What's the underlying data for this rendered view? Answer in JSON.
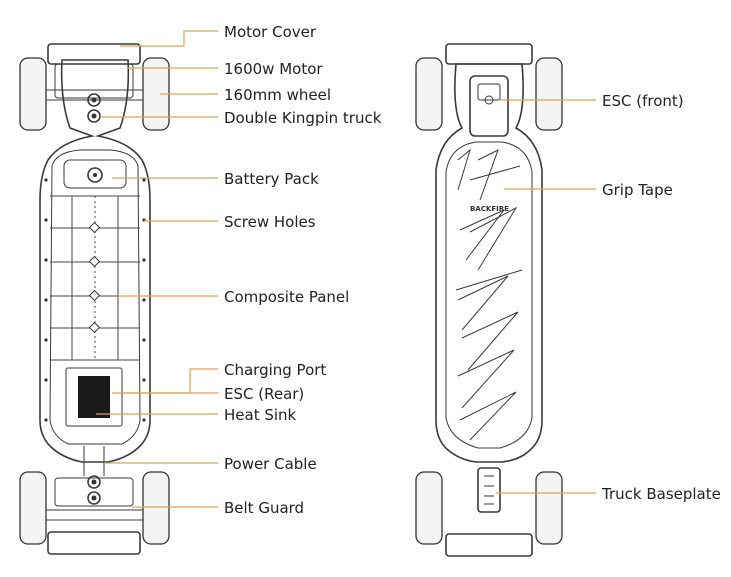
{
  "left_board": {
    "callouts": [
      {
        "id": "motor-cover",
        "label": "Motor Cover"
      },
      {
        "id": "motor",
        "label": "1600w Motor"
      },
      {
        "id": "wheel",
        "label": "160mm wheel"
      },
      {
        "id": "truck",
        "label": "Double Kingpin truck"
      },
      {
        "id": "battery",
        "label": "Battery Pack"
      },
      {
        "id": "screw-holes",
        "label": "Screw Holes"
      },
      {
        "id": "composite",
        "label": "Composite Panel"
      },
      {
        "id": "charging",
        "label": "Charging Port"
      },
      {
        "id": "esc-rear",
        "label": "ESC (Rear)"
      },
      {
        "id": "heat-sink",
        "label": "Heat Sink"
      },
      {
        "id": "power-cable",
        "label": "Power Cable"
      },
      {
        "id": "belt-guard",
        "label": "Belt Guard"
      }
    ]
  },
  "right_board": {
    "brand_mark": "BACKFIRE",
    "callouts": [
      {
        "id": "esc-front",
        "label": "ESC (front)"
      },
      {
        "id": "grip-tape",
        "label": "Grip Tape"
      },
      {
        "id": "truck-baseplate",
        "label": "Truck Baseplate"
      }
    ]
  },
  "colors": {
    "leader": "#d9a35a",
    "ink": "#3a3a3a",
    "text": "#222222"
  }
}
